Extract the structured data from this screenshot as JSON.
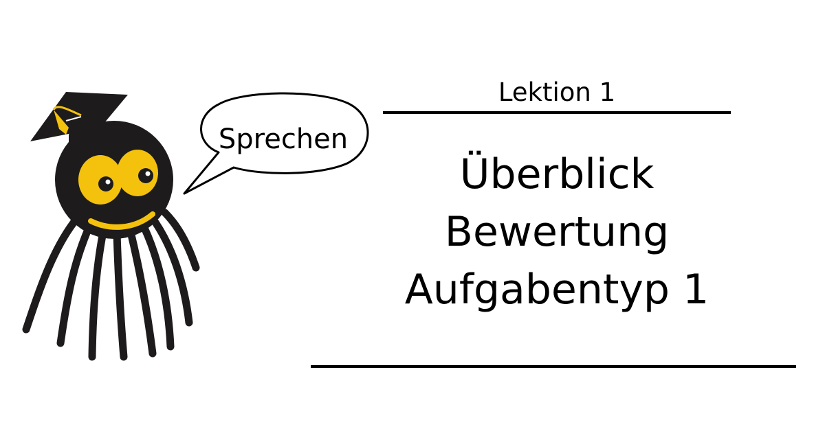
{
  "speech_bubble": {
    "text": "Sprechen"
  },
  "lesson": {
    "label": "Lektion 1"
  },
  "title": {
    "lines": [
      "Überblick",
      "Bewertung",
      "Aufgabentyp 1"
    ]
  },
  "mascot": {
    "icon": "octopus-graduate-icon",
    "body_color": "#1e1b1c",
    "eye_color": "#f4c20d",
    "smile_color": "#f4c20d"
  }
}
